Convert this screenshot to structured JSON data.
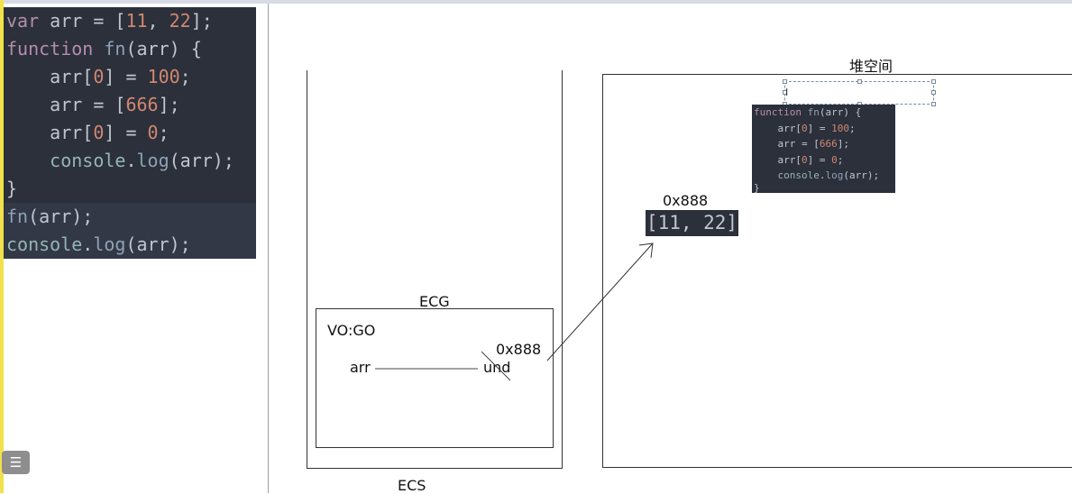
{
  "code_lines": [
    {
      "var": "var",
      "rest1": " arr = [",
      "n1": "11",
      "comma": ", ",
      "n2": "22",
      "end": "];"
    },
    {
      "kw": "function",
      "sp": " ",
      "fn": "fn",
      "rest": "(arr) {"
    },
    {
      "a": "    arr[",
      "i": "0",
      "b": "] = ",
      "n": "100",
      "c": ";"
    },
    {
      "a": "    arr = [",
      "n": "666",
      "c": "];"
    },
    {
      "a": "    arr[",
      "i": "0",
      "b": "] = ",
      "n": "0",
      "c": ";"
    },
    {
      "indent": "    ",
      "mt": "console",
      "dot": ".",
      "log": "log",
      "rest": "(arr);"
    },
    {
      "text": "}"
    },
    {
      "fn": "fn",
      "rest": "(arr);"
    },
    {
      "mt": "console",
      "dot": ".",
      "log": "log",
      "rest": "(arr);"
    }
  ],
  "labels": {
    "ecs": "ECS",
    "ecg": "ECG",
    "vo": "VO:GO",
    "var_name": "arr",
    "und": "und",
    "addr_in_ecg": "0x888",
    "heap_title": "堆空间",
    "heap_addr": "0x888",
    "heap_value": "[11, 22]"
  },
  "mini_code": [
    {
      "kw": "function",
      "sp": " ",
      "fn": "fn",
      "rest": "(arr) {"
    },
    {
      "a": "    arr[",
      "i": "0",
      "b": "] = ",
      "n": "100",
      "c": ";"
    },
    {
      "a": "    arr = [",
      "n": "666",
      "c": "];"
    },
    {
      "a": "    arr[",
      "i": "0",
      "b": "] = ",
      "n": "0",
      "c": ";"
    },
    {
      "indent": "    ",
      "mt": "console",
      "dot": ".",
      "log": "log",
      "rest": "(arr);"
    },
    {
      "text": "}"
    }
  ],
  "selection_text": "I",
  "menu_icon": "list-icon",
  "colors": {
    "code_bg": "#2b303b",
    "keyword": "#b48ead",
    "number": "#d08770",
    "function": "#8fa1b3",
    "method": "#96b5b4"
  }
}
